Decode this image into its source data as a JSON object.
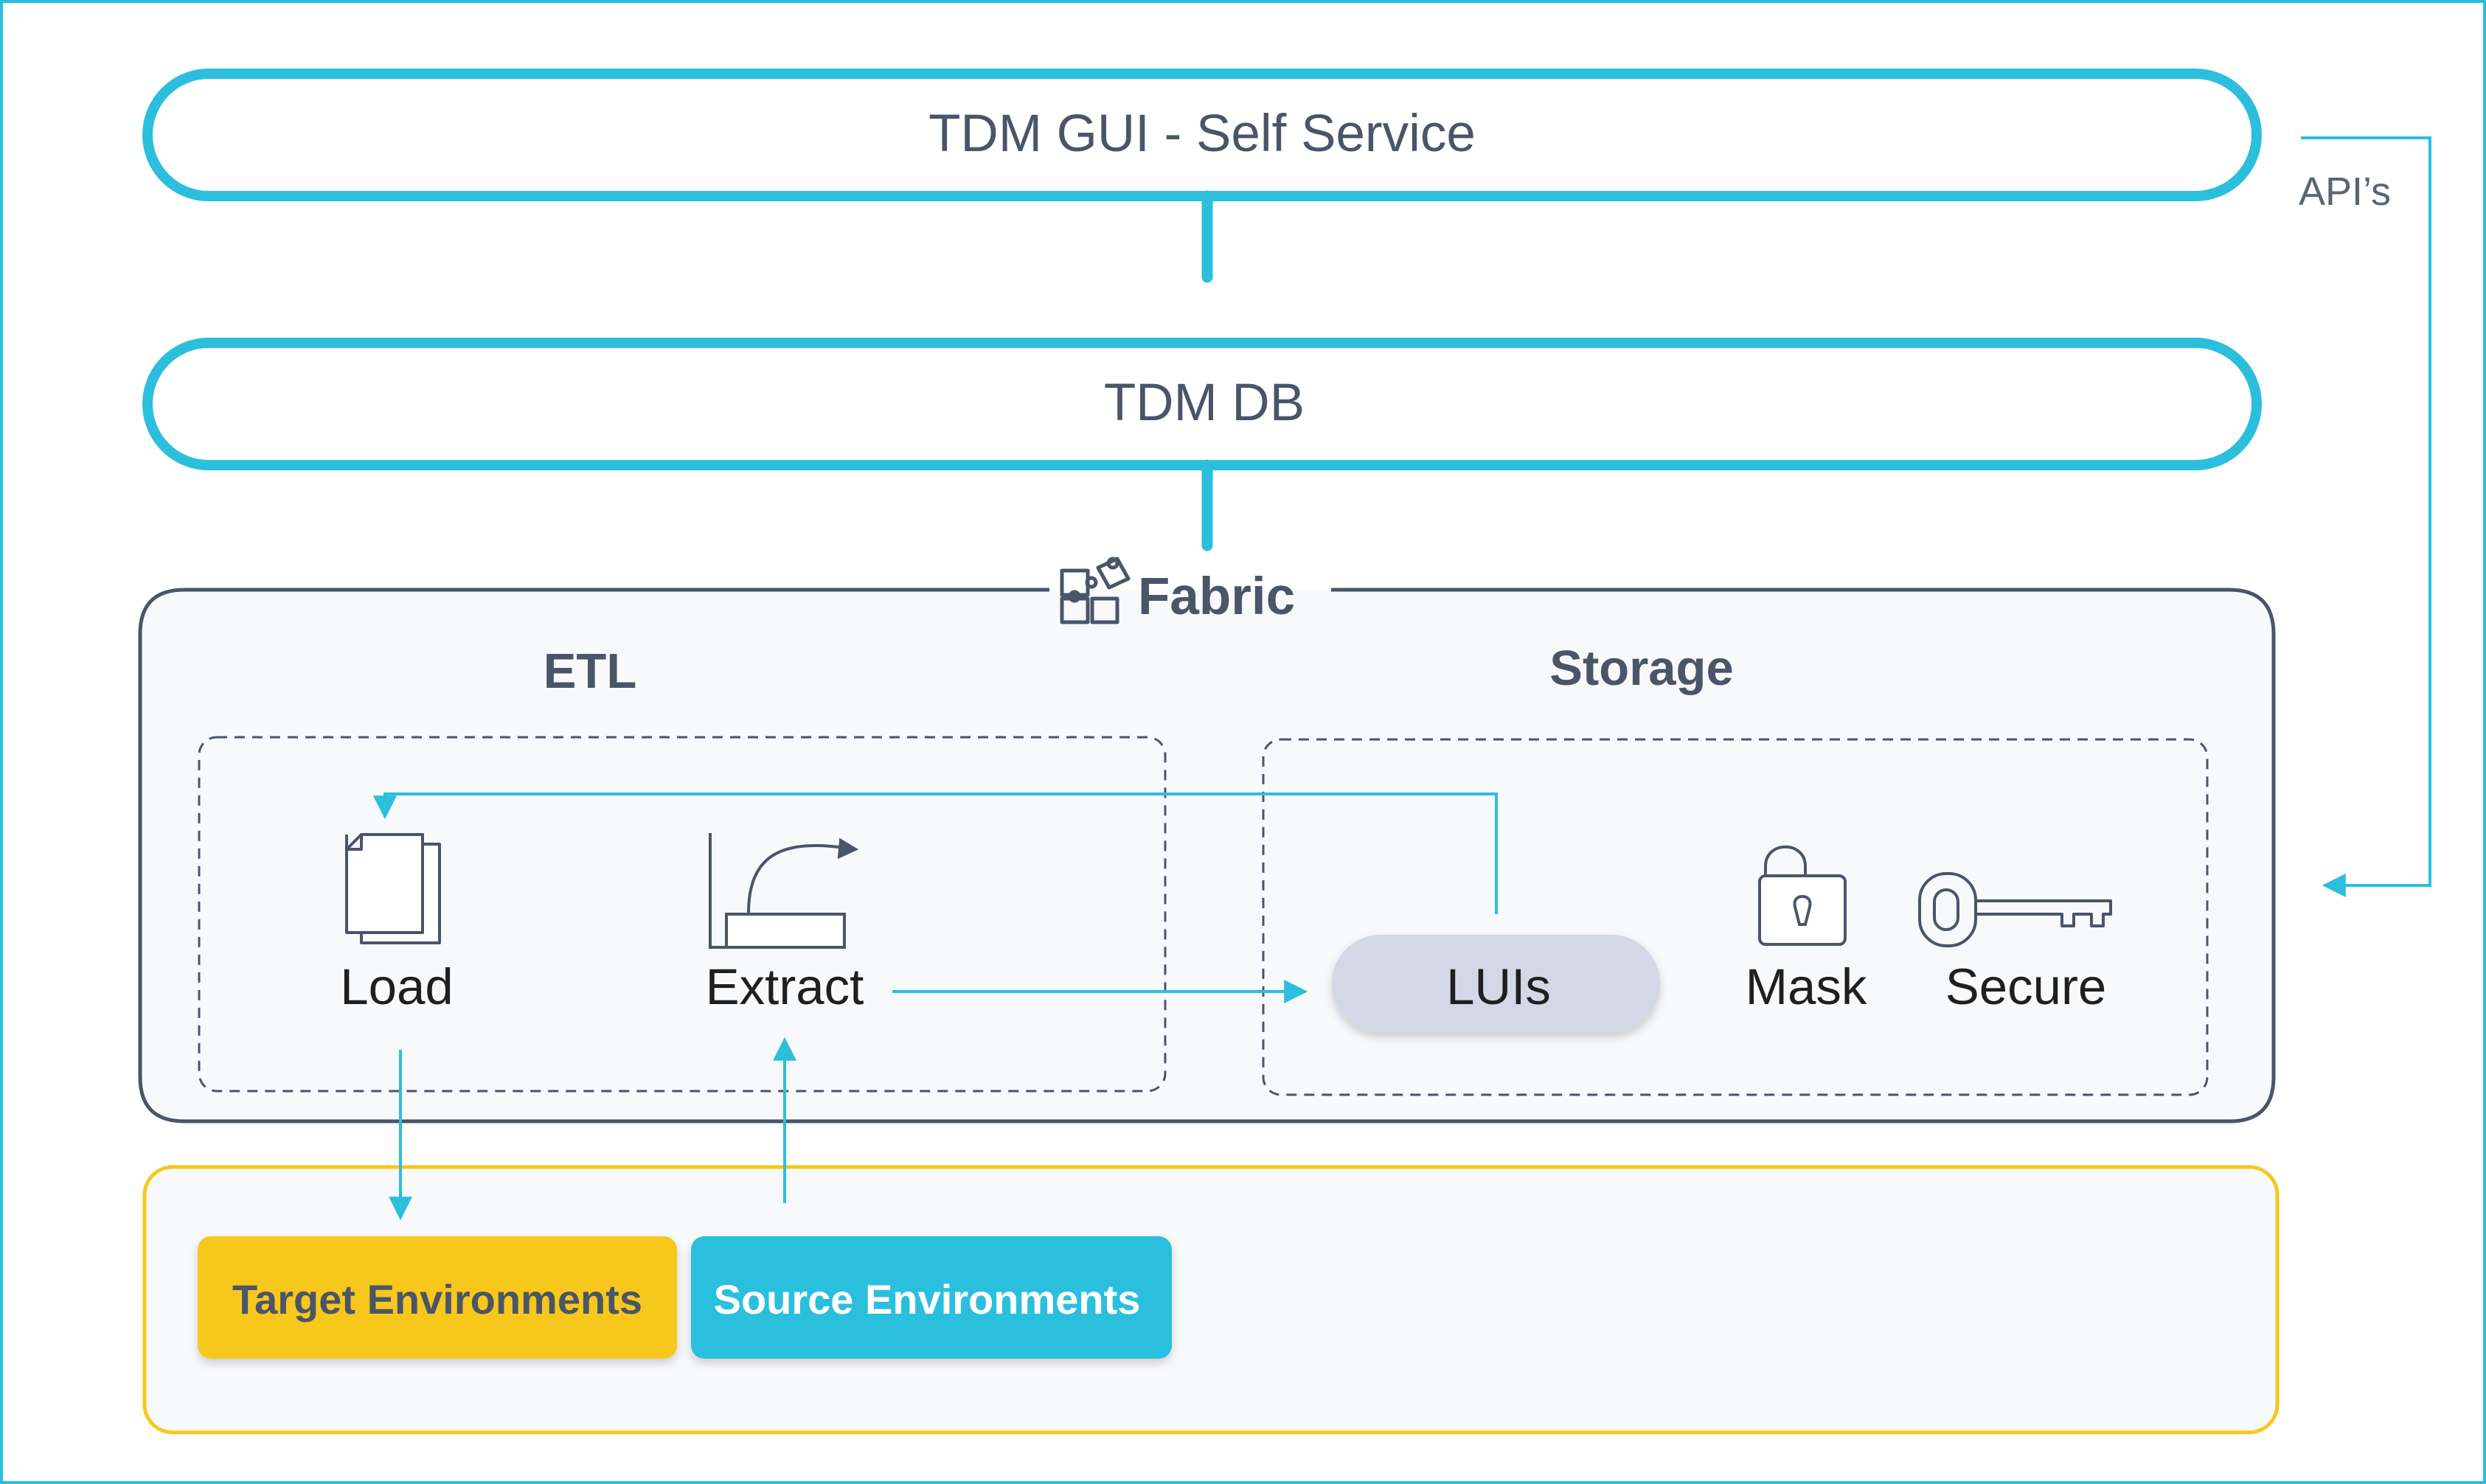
{
  "colors": {
    "teal": "#2bbfdd",
    "yellow": "#f8c71c",
    "slate": "#4a5568",
    "lavender": "#d3d7e6",
    "panel_bg": "#f8f9fb"
  },
  "top": {
    "gui_label": "TDM GUI - Self Service",
    "db_label": "TDM DB",
    "apis_label": "API’s"
  },
  "fabric": {
    "title": "Fabric",
    "icon": "puzzle-icon",
    "etl": {
      "title": "ETL",
      "load": {
        "label": "Load",
        "icon": "documents-icon"
      },
      "extract": {
        "label": "Extract",
        "icon": "extract-chart-icon"
      }
    },
    "storage": {
      "title": "Storage",
      "luis": "LUIs",
      "mask": {
        "label": "Mask",
        "icon": "padlock-open-icon"
      },
      "secure": {
        "label": "Secure",
        "icon": "key-icon"
      }
    }
  },
  "environments": {
    "target": "Target Environments",
    "source": "Source Environments"
  }
}
